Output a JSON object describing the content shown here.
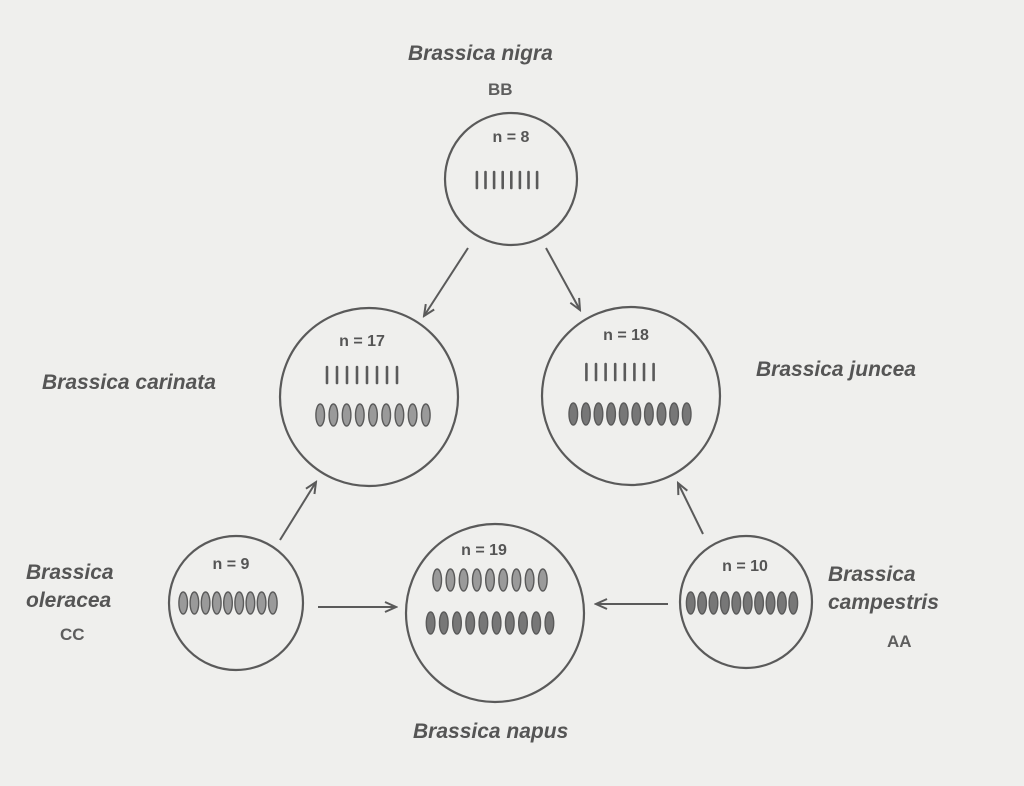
{
  "species": {
    "nigra": {
      "name": "Brassica nigra",
      "genome": "BB",
      "n": "n = 8",
      "rows": [
        {
          "kind": "rod",
          "count": 8
        }
      ]
    },
    "carinata": {
      "name": "Brassica carinata",
      "n": "n = 17",
      "rows": [
        {
          "kind": "rod",
          "count": 8
        },
        {
          "kind": "oval-light",
          "count": 9
        }
      ]
    },
    "juncea": {
      "name": "Brassica juncea",
      "n": "n = 18",
      "rows": [
        {
          "kind": "rod",
          "count": 8
        },
        {
          "kind": "oval-dark",
          "count": 10
        }
      ]
    },
    "oleracea": {
      "name_line1": "Brassica",
      "name_line2": "oleracea",
      "genome": "CC",
      "n": "n = 9",
      "rows": [
        {
          "kind": "oval-light",
          "count": 9
        }
      ]
    },
    "napus": {
      "name": "Brassica napus",
      "n": "n = 19",
      "rows": [
        {
          "kind": "oval-light",
          "count": 9
        },
        {
          "kind": "oval-dark",
          "count": 10
        }
      ]
    },
    "campestris": {
      "name_line1": "Brassica",
      "name_line2": "campestris",
      "genome": "AA",
      "n": "n = 10",
      "rows": [
        {
          "kind": "oval-dark",
          "count": 10
        }
      ]
    }
  },
  "colors": {
    "stroke": "#5a5a5a",
    "oval_fill_light": "#9a9a9a",
    "oval_fill_dark": "#777777",
    "background": "#efefed"
  }
}
